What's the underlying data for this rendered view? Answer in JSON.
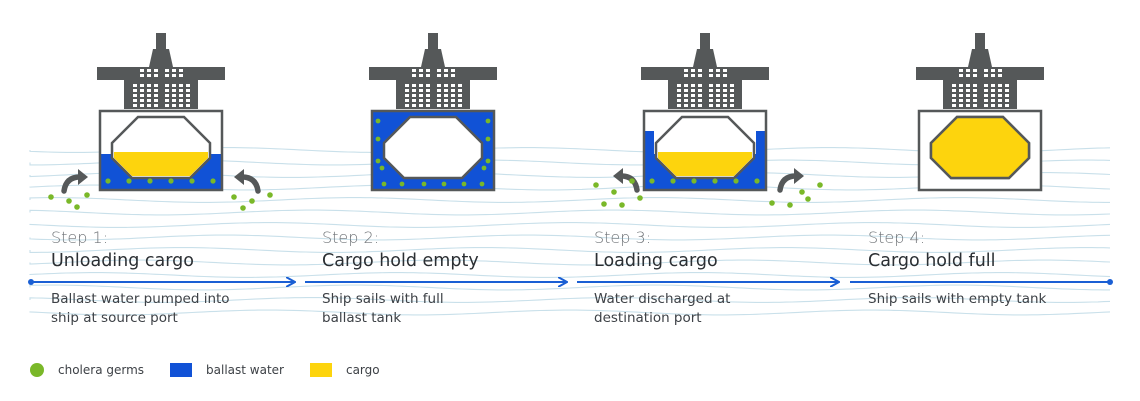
{
  "colors": {
    "ship": "#555859",
    "ballast_water": "#1152d6",
    "cargo": "#fdd40d",
    "germs": "#7ab829",
    "arrow_blue": "#1a5fd4",
    "waves": "#c3dde8"
  },
  "steps": [
    {
      "num": "Step 1:",
      "title": "Unloading cargo",
      "desc1": "Ballast water pumped into",
      "desc2": "ship at source port"
    },
    {
      "num": "Step 2:",
      "title": "Cargo hold empty",
      "desc1": "Ship sails with full",
      "desc2": "ballast tank"
    },
    {
      "num": "Step 3:",
      "title": "Loading cargo",
      "desc1": "Water discharged at",
      "desc2": "destination port"
    },
    {
      "num": "Step 4:",
      "title": "Cargo hold full",
      "desc1": "Ship sails with empty tank",
      "desc2": ""
    }
  ],
  "ships": [
    {
      "water_level": "low",
      "cargo": "low",
      "pump_arrows": "in"
    },
    {
      "water_level": "full",
      "cargo": "none",
      "pump_arrows": "none"
    },
    {
      "water_level": "low",
      "cargo": "low",
      "pump_arrows": "out"
    },
    {
      "water_level": "none",
      "cargo": "full",
      "pump_arrows": "none"
    }
  ],
  "legend": [
    {
      "icon": "germ-dot",
      "label": "cholera germs"
    },
    {
      "icon": "water-swatch",
      "label": "ballast water"
    },
    {
      "icon": "cargo-swatch",
      "label": "cargo"
    }
  ]
}
